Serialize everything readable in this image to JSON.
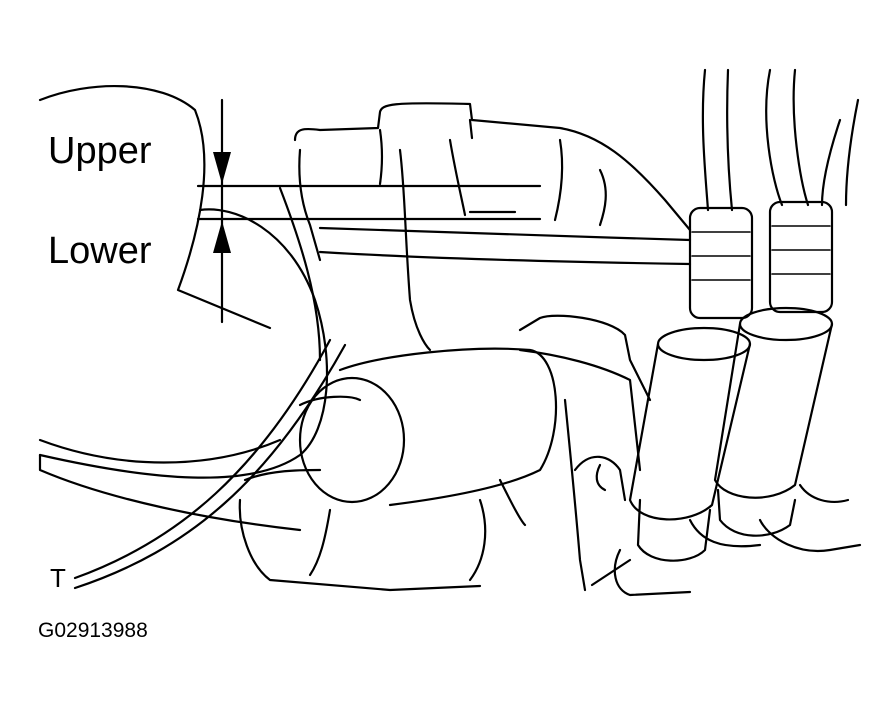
{
  "diagram": {
    "labels": {
      "upper": "Upper",
      "lower": "Lower",
      "t": "T",
      "figure_code": "G02913988"
    },
    "colors": {
      "line": "#000000",
      "background": "#ffffff"
    }
  }
}
